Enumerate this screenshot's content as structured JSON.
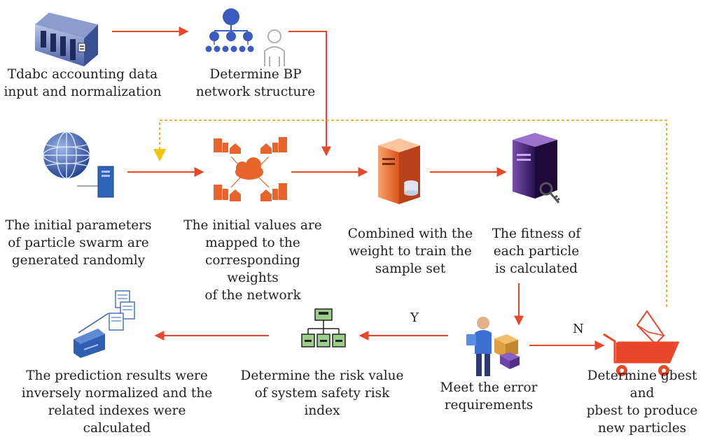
{
  "diagram": {
    "nodes": {
      "input": {
        "label": "Tdabc accounting data\ninput and normalization",
        "icon": "server-rack-icon"
      },
      "bp": {
        "label": "Determine BP\nnetwork structure",
        "icon": "network-hierarchy-icon"
      },
      "init_params": {
        "label": "The initial parameters\nof particle swarm are\ngenerated randomly",
        "icon": "globe-computer-icon"
      },
      "init_values": {
        "label": "The initial values are\nmapped to the\ncorresponding weights\nof the network",
        "icon": "cloud-buildings-icon"
      },
      "combined": {
        "label": "Combined with the\nweight to train the\nsample set",
        "icon": "database-server-icon"
      },
      "fitness": {
        "label": "The fitness of\neach particle\nis calculated",
        "icon": "server-key-icon"
      },
      "gbest": {
        "label": "Determine gbest and\npbest to produce\nnew particles",
        "icon": "shopping-cart-icon"
      },
      "meet": {
        "label": "Meet the error\nrequirements",
        "icon": "person-packages-icon"
      },
      "risk": {
        "label": "Determine the risk value\nof system safety risk\nindex",
        "icon": "org-chart-icon"
      },
      "prediction": {
        "label": "The prediction results were\ninversely normalized and the\nrelated indexes were calculated",
        "icon": "printer-documents-icon"
      }
    },
    "edge_labels": {
      "yes": "Y",
      "no": "N"
    },
    "colors": {
      "arrow": "#e8472a",
      "loop": "#f5a623",
      "text": "#231f20"
    }
  }
}
